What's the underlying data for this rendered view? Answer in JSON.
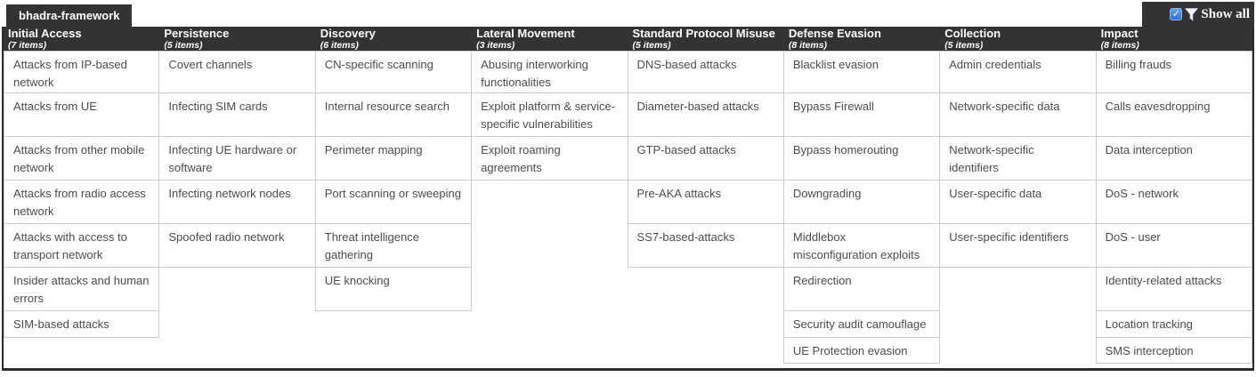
{
  "app": {
    "tab_label": "bhadra-framework",
    "show_all": {
      "label": "Show all",
      "checked": true
    }
  },
  "icons": {
    "checkbox_check": "✓",
    "filter_icon": "funnel"
  },
  "colors": {
    "dark_header": "#333333",
    "checkbox_blue": "#2d6fd2",
    "cell_border": "#cccccc",
    "cell_text": "#4d4d4d",
    "panel_border": "#2b2b2b"
  },
  "matrix": {
    "columns": [
      {
        "name": "Initial Access",
        "count_label": "(7 items)",
        "items": [
          "Attacks from IP-based network",
          "Attacks from UE",
          "Attacks from other mobile network",
          "Attacks from radio access network",
          "Attacks with access to transport network",
          "Insider attacks and human errors",
          "SIM-based attacks"
        ]
      },
      {
        "name": "Persistence",
        "count_label": "(5 items)",
        "items": [
          "Covert channels",
          "Infecting SIM cards",
          "Infecting UE hardware or software",
          "Infecting network nodes",
          "Spoofed radio network"
        ]
      },
      {
        "name": "Discovery",
        "count_label": "(6 items)",
        "items": [
          "CN-specific scanning",
          "Internal resource search",
          "Perimeter mapping",
          "Port scanning or sweeping",
          "Threat intelligence gathering",
          "UE knocking"
        ]
      },
      {
        "name": "Lateral Movement",
        "count_label": "(3 items)",
        "items": [
          "Abusing interworking functionalities",
          "Exploit platform & service-specific vulnerabilities",
          "Exploit roaming agreements"
        ]
      },
      {
        "name": "Standard Protocol Misuse",
        "count_label": "(5 items)",
        "items": [
          "DNS-based attacks",
          "Diameter-based attacks",
          "GTP-based attacks",
          "Pre-AKA attacks",
          "SS7-based-attacks"
        ]
      },
      {
        "name": "Defense Evasion",
        "count_label": "(8 items)",
        "items": [
          "Blacklist evasion",
          "Bypass Firewall",
          "Bypass homerouting",
          "Downgrading",
          "Middlebox misconfiguration exploits",
          "Redirection",
          "Security audit camouflage",
          "UE Protection evasion"
        ]
      },
      {
        "name": "Collection",
        "count_label": "(5 items)",
        "items": [
          "Admin credentials",
          "Network-specific data",
          "Network-specific identifiers",
          "User-specific data",
          "User-specific identifiers"
        ]
      },
      {
        "name": "Impact",
        "count_label": "(8 items)",
        "items": [
          "Billing frauds",
          "Calls eavesdropping",
          "Data interception",
          "DoS - network",
          "DoS - user",
          "Identity-related attacks",
          "Location tracking",
          "SMS interception"
        ]
      }
    ]
  }
}
